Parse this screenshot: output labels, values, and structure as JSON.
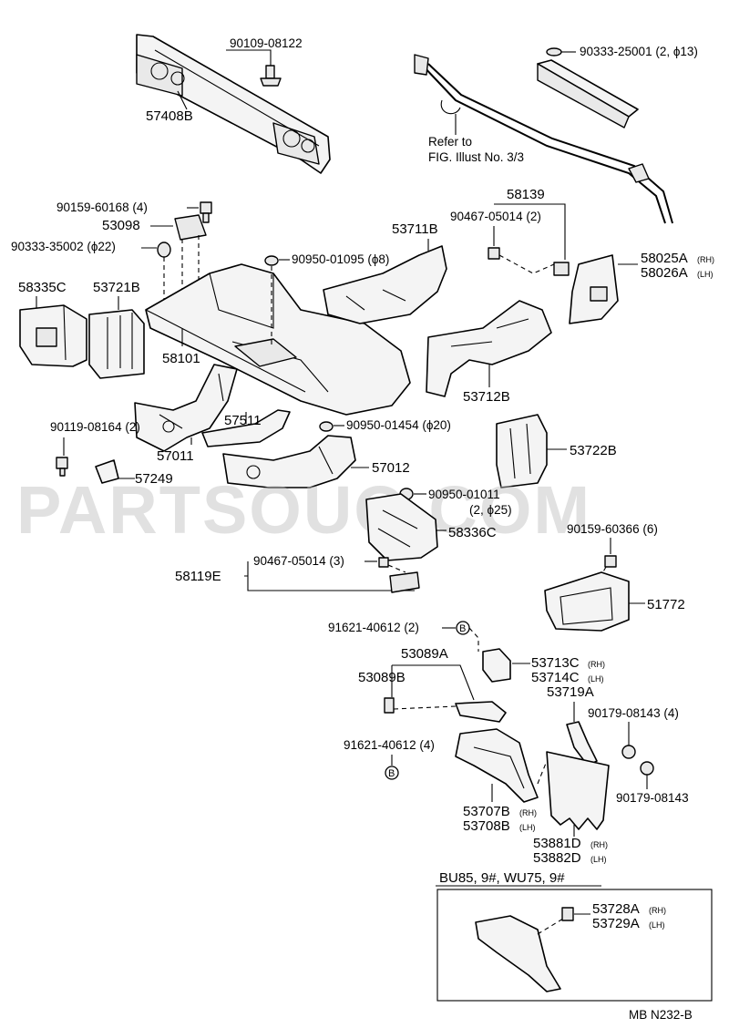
{
  "watermark": "PARTSOUQ.COM",
  "drawing_code": "MB N232-B",
  "variant_box_title": "BU85, 9#, WU75, 9#",
  "labels": {
    "p57408B": "57408B",
    "p90109_08122": "90109-08122",
    "p90333_25001": "90333-25001 (2, ϕ13)",
    "refer1": "Refer to",
    "refer2": "FIG. Illust No. 3/3",
    "p90159_60168": "90159-60168 (4)",
    "p53098": "53098",
    "p90333_35002": "90333-35002 (ϕ22)",
    "p53711B": "53711B",
    "p58139": "58139",
    "p90467_05014_2": "90467-05014 (2)",
    "p58025A": "58025A",
    "p58026A": "58026A",
    "rh": "(RH)",
    "lh": "(LH)",
    "p90950_01095": "90950-01095 (ϕ8)",
    "p58335C": "58335C",
    "p53721B": "53721B",
    "p58101": "58101",
    "p53712B": "53712B",
    "p57511": "57511",
    "p90950_01454": "90950-01454 (ϕ20)",
    "p90119_08164": "90119-08164 (2)",
    "p57011": "57011",
    "p57249": "57249",
    "p57012": "57012",
    "p53722B": "53722B",
    "p90950_01011": "90950-01011",
    "p90950_01011_qty": "(2, ϕ25)",
    "p58336C": "58336C",
    "p90159_60366": "90159-60366 (6)",
    "p58119E": "58119E",
    "p90467_05014_3": "90467-05014 (3)",
    "p51772": "51772",
    "p91621_40612_2": "91621-40612 (2)",
    "marker_b": "B",
    "p53089A": "53089A",
    "p53713C": "53713C",
    "p53714C": "53714C",
    "p53089B": "53089B",
    "p53719A": "53719A",
    "p90179_08143_4": "90179-08143 (4)",
    "p91621_40612_4": "91621-40612 (4)",
    "p90179_08143": "90179-08143",
    "p53707B": "53707B",
    "p53708B": "53708B",
    "p53881D": "53881D",
    "p53882D": "53882D",
    "p53728A": "53728A",
    "p53729A": "53729A"
  }
}
